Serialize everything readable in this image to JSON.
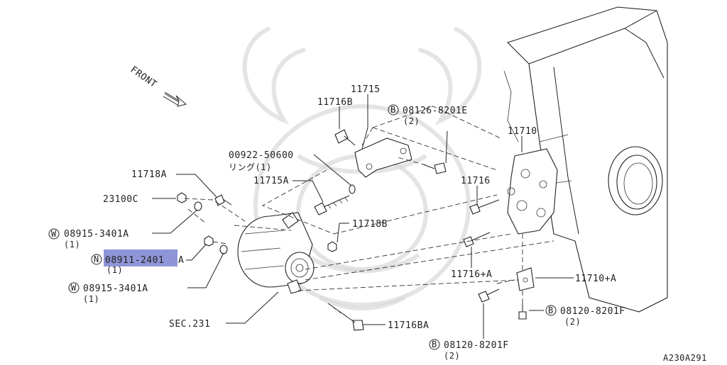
{
  "diagram": {
    "front_label": "FRONT",
    "figure_code": "A230A291",
    "highlight_color": "#8f95d6",
    "symbols": {
      "w": "W",
      "n": "N",
      "b": "B"
    },
    "labels": {
      "p11715": "11715",
      "p11716B": "11716B",
      "p08126": "08126-8201E",
      "p08126_qty": "(2)",
      "p11710": "11710",
      "p00922": "00922-50600",
      "p00922_sub": "リング(1)",
      "p11715A": "11715A",
      "p11718A": "11718A",
      "p11716": "11716",
      "p23100C": "23100C",
      "p11718B": "11718B",
      "p08915a": "08915-3401A",
      "p08915a_qty": "(1)",
      "p08911_hl": "08911-2401",
      "p08911_rest": "A",
      "p08911_qty": "(1)",
      "p11716plusA": "11716+A",
      "p11710plusA": "11710+A",
      "p08915b": "08915-3401A",
      "p08915b_qty": "(1)",
      "p08120a": "08120-8201F",
      "p08120a_qty": "(2)",
      "sec231": "SEC.231",
      "p11716BA": "11716BA",
      "p08120b": "08120-8201F",
      "p08120b_qty": "(2)"
    }
  }
}
